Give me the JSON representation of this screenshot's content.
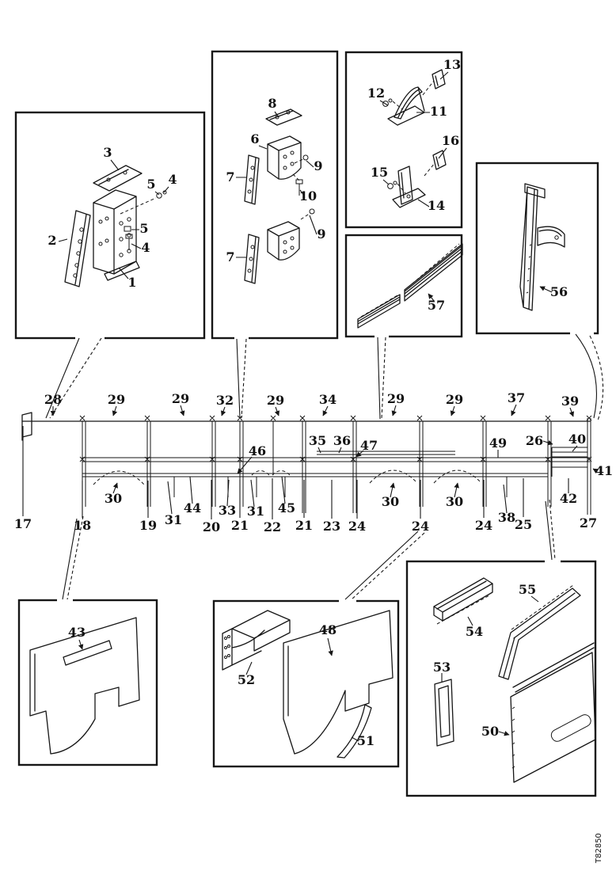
{
  "figure": {
    "stamp": "T82850"
  },
  "callouts": {
    "box1": [
      "3",
      "2",
      "1",
      "5",
      "4",
      "5",
      "4"
    ],
    "box2": [
      "8",
      "6",
      "9",
      "7",
      "10",
      "9",
      "7"
    ],
    "box3": [
      "12",
      "13",
      "11",
      "15",
      "16",
      "14"
    ],
    "box4": [
      "57"
    ],
    "box5": [
      "56"
    ],
    "rail_top": [
      "28",
      "29",
      "29",
      "32",
      "29",
      "34",
      "29",
      "29",
      "37",
      "39"
    ],
    "rail_mid": [
      "46",
      "35",
      "36",
      "47",
      "49",
      "26",
      "40",
      "41"
    ],
    "rail_low": [
      "30",
      "44",
      "33",
      "31",
      "31",
      "45",
      "30",
      "30",
      "38",
      "42"
    ],
    "rail_bottom": [
      "17",
      "18",
      "19",
      "20",
      "21",
      "22",
      "21",
      "23",
      "24",
      "24",
      "24",
      "25",
      "27"
    ],
    "box6": [
      "43"
    ],
    "box7": [
      "52",
      "48",
      "51"
    ],
    "box8": [
      "54",
      "55",
      "53",
      "50"
    ]
  }
}
